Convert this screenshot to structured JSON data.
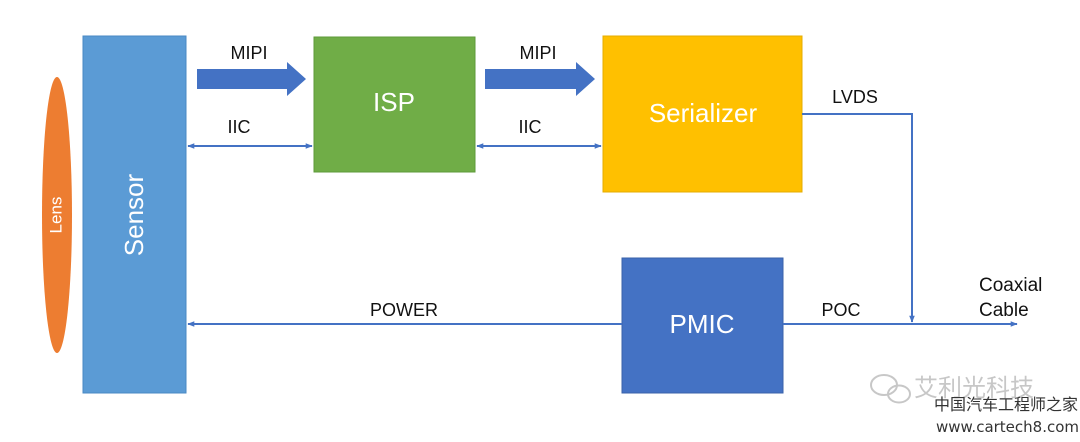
{
  "blocks": {
    "lens": {
      "label": "Lens",
      "color": "#ED7D31"
    },
    "sensor": {
      "label": "Sensor",
      "color": "#5B9BD5"
    },
    "isp": {
      "label": "ISP",
      "color": "#70AD47"
    },
    "serializer": {
      "label": "Serializer",
      "color": "#FFC000"
    },
    "pmic": {
      "label": "PMIC",
      "color": "#4472C4"
    }
  },
  "links": {
    "mipi_sensor_isp": "MIPI",
    "iic_sensor_isp": "IIC",
    "mipi_isp_serializer": "MIPI",
    "iic_isp_serializer": "IIC",
    "lvds": "LVDS",
    "power": "POWER",
    "poc": "POC"
  },
  "output": {
    "line1": "Coaxial",
    "line2": "Cable"
  },
  "line_color": "#4472C4",
  "watermark": {
    "brand": "艾利光科技",
    "site_name": "中国汽车工程师之家",
    "url": "www.cartech8.com"
  }
}
